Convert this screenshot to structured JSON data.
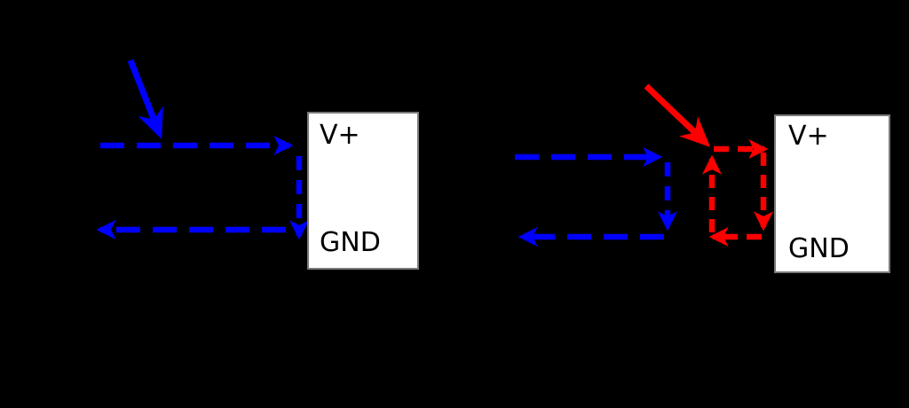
{
  "background_color": "#000000",
  "colors": {
    "supply_loop": "#0000ff",
    "decoupling_loop": "#ff0000",
    "box_fill": "#ffffff",
    "box_border": "#7a7a7a",
    "label_text": "#000000"
  },
  "left_circuit": {
    "ic": {
      "top_pin": "V+",
      "bottom_pin": "GND"
    }
  },
  "right_circuit": {
    "ic": {
      "top_pin": "V+",
      "bottom_pin": "GND"
    }
  }
}
